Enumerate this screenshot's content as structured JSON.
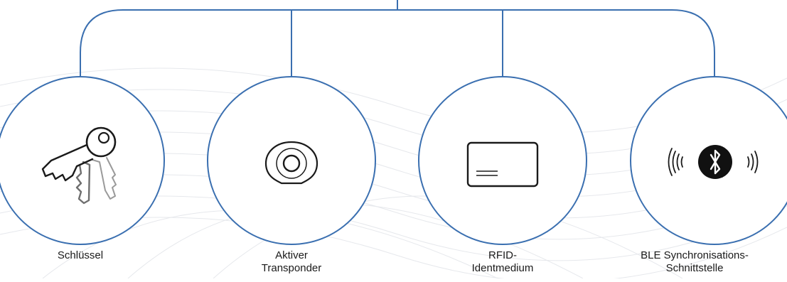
{
  "diagram": {
    "line_color": "#3a6fb0",
    "items": [
      {
        "icon": "keys-icon",
        "label_lines": [
          "Schlüssel"
        ]
      },
      {
        "icon": "transponder-icon",
        "label_lines": [
          "Aktiver",
          "Transponder"
        ]
      },
      {
        "icon": "rfid-card-icon",
        "label_lines": [
          "RFID-",
          "Identmedium"
        ]
      },
      {
        "icon": "bluetooth-icon",
        "label_lines": [
          "BLE Synchronisations-",
          "Schnittstelle"
        ]
      }
    ]
  }
}
